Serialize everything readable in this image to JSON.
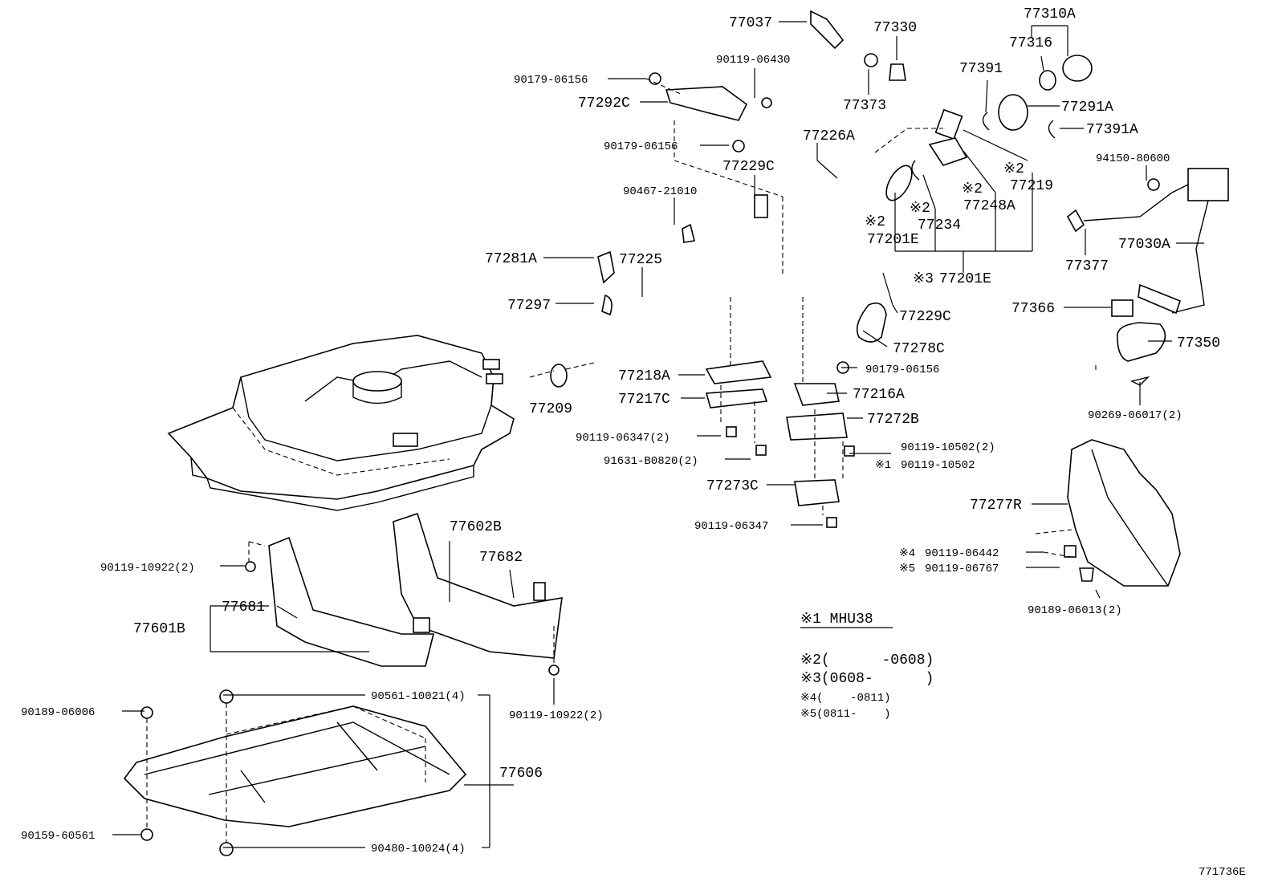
{
  "figure_code": "771736E",
  "labels": {
    "p77037": "77037",
    "p77330": "77330",
    "p77310A": "77310A",
    "p77316": "77316",
    "p90119_06430": "90119-06430",
    "p90179_06156_a": "90179-06156",
    "p77292C": "77292C",
    "p77373": "77373",
    "p77391": "77391",
    "p77291A": "77291A",
    "p77391A": "77391A",
    "p90179_06156_b": "90179-06156",
    "p77226A": "77226A",
    "p94150_80600": "94150-80600",
    "p77229C_a": "77229C",
    "p90467_21010": "90467-21010",
    "p77219": "77219",
    "p77248A": "77248A",
    "p77234": "77234",
    "p77201E_a": "77201E",
    "p77201E_b": "77201E",
    "p77030A": "77030A",
    "p77377": "77377",
    "p77281A": "77281A",
    "p77225": "77225",
    "p77297": "77297",
    "p77229C_b": "77229C",
    "p77366": "77366",
    "p77278C": "77278C",
    "p77350": "77350",
    "p77218A": "77218A",
    "p90179_06156_c": "90179-06156",
    "p77209": "77209",
    "p77217C": "77217C",
    "p77216A": "77216A",
    "p90269_06017": "90269-06017(2)",
    "p77272B": "77272B",
    "p90119_06347_2": "90119-06347(2)",
    "p90119_10502_2": "90119-10502(2)",
    "p91631_B0820": "91631-B0820(2)",
    "p90119_10502_m1": "90119-10502",
    "p77273C": "77273C",
    "p77277R": "77277R",
    "p90119_06347": "90119-06347",
    "p77602B": "77602B",
    "p77682": "77682",
    "p90119_06442": "90119-06442",
    "p90119_06767": "90119-06767",
    "p90119_10922_a": "90119-10922(2)",
    "p77681": "77681",
    "p77601B": "77601B",
    "p90189_06013": "90189-06013(2)",
    "p90561_10021": "90561-10021(4)",
    "p90189_06006": "90189-06006",
    "p90119_10922_b": "90119-10922(2)",
    "p77606": "77606",
    "p90159_60561": "90159-60561",
    "p90480_10024": "90480-10024(4)"
  },
  "marks": {
    "m2": "※2",
    "m3": "※3",
    "m1": "※1",
    "m4": "※4",
    "m5": "※5"
  },
  "legend": {
    "l1": "※1 MHU38",
    "l2": "※2(      -0608)",
    "l3": "※3(0608-      )",
    "l4": "※4(    -0811)",
    "l5": "※5(0811-    )"
  }
}
